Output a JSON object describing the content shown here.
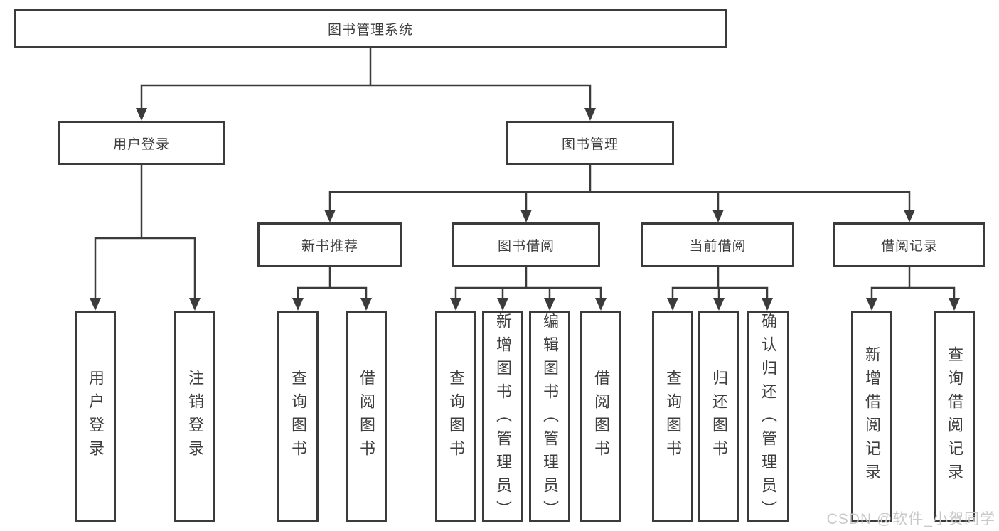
{
  "tree": {
    "root": "图书管理系统",
    "branches": {
      "login": {
        "label": "用户登录",
        "leaves": [
          "用户登录",
          "注销登录"
        ]
      },
      "management": {
        "label": "图书管理",
        "sections": [
          {
            "label": "新书推荐",
            "leaves": [
              "查询图书",
              "借阅图书"
            ]
          },
          {
            "label": "图书借阅",
            "leaves": [
              "查询图书",
              "新增图书（管理员）",
              "编辑图书（管理员）",
              "借阅图书"
            ]
          },
          {
            "label": "当前借阅",
            "leaves": [
              "查询图书",
              "归还图书",
              "确认归还（管理员）"
            ]
          },
          {
            "label": "借阅记录",
            "leaves": [
              "新增借阅记录",
              "查询借阅记录"
            ]
          }
        ]
      }
    }
  },
  "watermark": "CSDN @软件_小贺同学",
  "colors": {
    "line": "#3b3b3b",
    "text": "#3e3e3e",
    "watermark_text": "#c9c9c9",
    "background": "#ffffff"
  }
}
